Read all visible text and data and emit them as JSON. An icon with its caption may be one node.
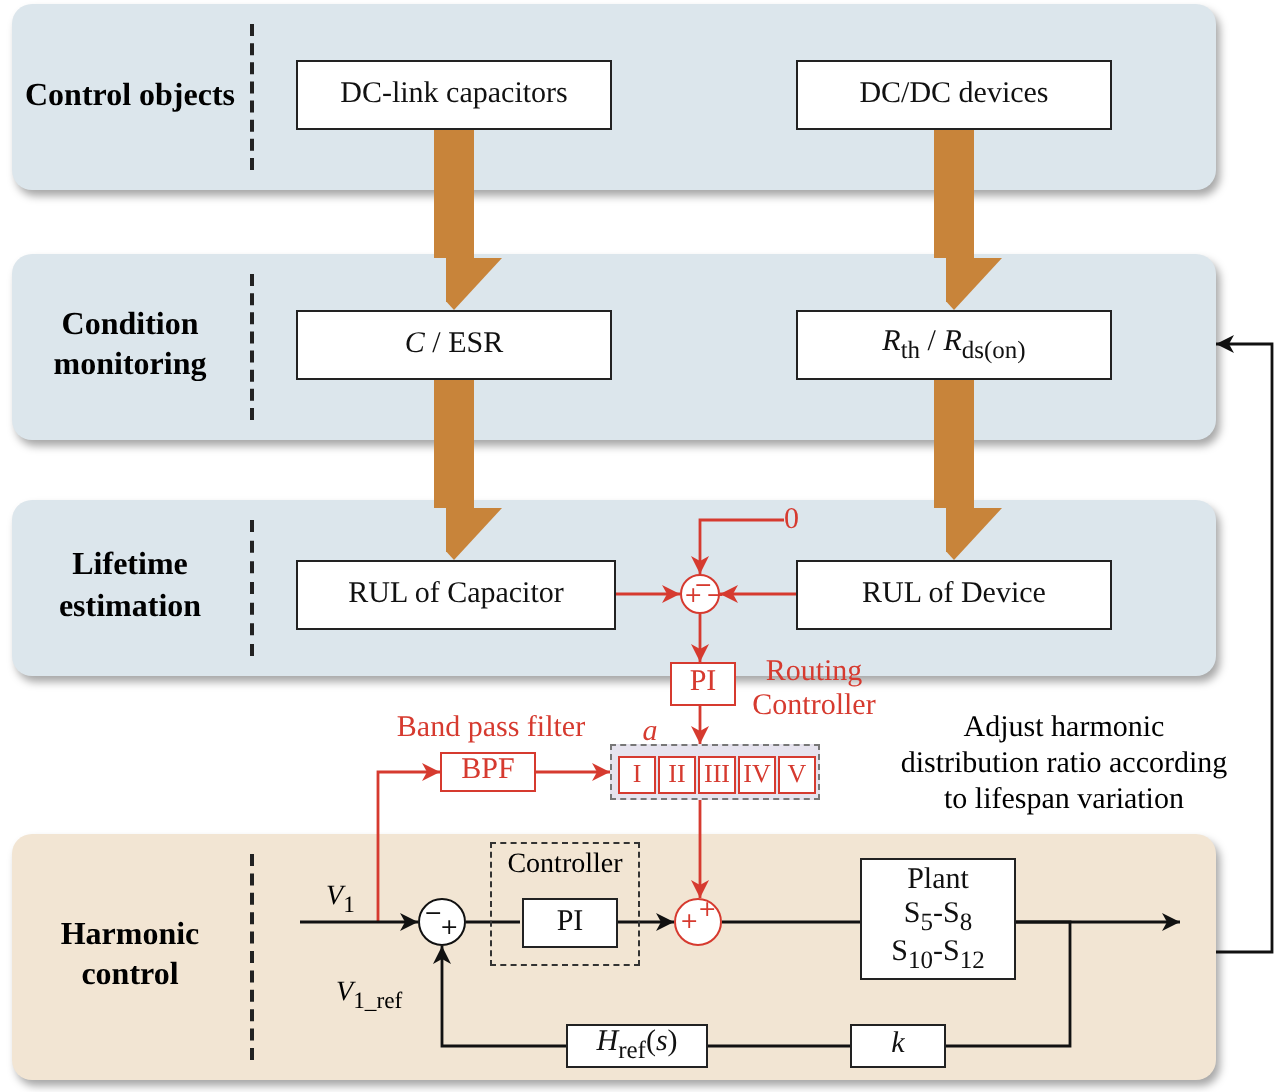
{
  "diagram": {
    "nodes": [
      {
        "text": [
          "Control objects"
        ]
      },
      {
        "text": [
          "DC-link capacitors"
        ],
        "in": 0
      },
      {
        "text": [
          "DC/DC  devices"
        ],
        "in": 0
      },
      {
        "text": [
          "Condition monitoring"
        ]
      },
      {
        "text": [
          "*C* / ESR"
        ],
        "in": 3
      },
      {
        "text": [
          "*R*$_{th}$ / *R*$_{ds(on)}$"
        ],
        "in": 3
      },
      {
        "text": [
          "Lifetime estimation"
        ]
      },
      {
        "text": [
          "RUL of Capacitor"
        ],
        "in": 6
      },
      {
        "text": [
          "RUL of Device"
        ],
        "in": 6
      },
      {
        "text": [
          "−",
          "+",
          "−"
        ],
        "in": 6
      },
      {
        "text": [
          "0"
        ],
        "in": 6
      },
      {
        "text": [
          "PI"
        ],
        "beside": [
          "Routing Controller"
        ]
      },
      {
        "text": [
          "BPF"
        ],
        "beside": [
          "Band pass filter"
        ]
      },
      {
        "text": [],
        "shape": "box",
        "beside": [
          "a"
        ]
      },
      {
        "text": [
          "I"
        ],
        "in": 13
      },
      {
        "text": [
          "II"
        ],
        "in": 13
      },
      {
        "text": [
          "III"
        ],
        "in": 13
      },
      {
        "text": [
          "IV"
        ],
        "in": 13
      },
      {
        "text": [
          "V"
        ],
        "in": 13
      },
      {
        "text": [
          "Harmonic control"
        ]
      },
      {
        "text": [
          "−",
          "+"
        ],
        "in": 19
      },
      {
        "text": [
          "Controller"
        ],
        "in": 19
      },
      {
        "text": [
          "PI"
        ],
        "in": 21
      },
      {
        "text": [
          "+",
          "+"
        ],
        "in": 19
      },
      {
        "text": [
          "Plant",
          "S$_{5}$-S$_{8}$",
          "S$_{10}$-S$_{12}$"
        ],
        "in": 19
      },
      {
        "text": [
          "*H*$_{ref}$(*s*)"
        ],
        "in": 19
      },
      {
        "text": [
          "k"
        ],
        "in": 19
      }
    ],
    "edges": [
      {
        "from": 1,
        "to": 4,
        "arrow": "to",
        "style": "thick",
        "color": "#c8843a"
      },
      {
        "from": 2,
        "to": 5,
        "arrow": "to",
        "style": "thick",
        "color": "#c8843a"
      },
      {
        "from": 4,
        "to": 7,
        "arrow": "to",
        "style": "thick",
        "color": "#c8843a"
      },
      {
        "from": 5,
        "to": 8,
        "arrow": "to",
        "style": "thick",
        "color": "#c8843a"
      },
      {
        "from": 7,
        "to": 9,
        "arrow": "to",
        "color": "#d63a2f"
      },
      {
        "from": 8,
        "to": 9,
        "arrow": "to",
        "color": "#d63a2f"
      },
      {
        "from": 10,
        "to": 9,
        "arrow": "to",
        "color": "#d63a2f"
      },
      {
        "from": 9,
        "to": 11,
        "arrow": "to",
        "color": "#d63a2f"
      },
      {
        "from": 11,
        "to": 13,
        "arrow": "to",
        "color": "#d63a2f"
      },
      {
        "from": 12,
        "to": 13,
        "arrow": "to",
        "color": "#d63a2f"
      },
      {
        "from": 13,
        "to": 23,
        "arrow": "to",
        "color": "#d63a2f"
      },
      {
        "from": null,
        "to": 12,
        "arrow": "to",
        "color": "#d63a2f"
      },
      {
        "from": null,
        "to": 20,
        "arrow": "to",
        "label": "*V*$_{1}$"
      },
      {
        "from": 20,
        "to": 22,
        "arrow": "none"
      },
      {
        "from": 22,
        "to": 23,
        "arrow": "to"
      },
      {
        "from": 23,
        "to": 24,
        "arrow": "none"
      },
      {
        "from": 24,
        "to": null,
        "arrow": "to"
      },
      {
        "from": 24,
        "to": 26,
        "arrow": "none"
      },
      {
        "from": 26,
        "to": 25,
        "arrow": "none"
      },
      {
        "from": 25,
        "to": 20,
        "arrow": "to",
        "label": "*V*$_{1_ref}$"
      },
      {
        "from": 19,
        "to": 3,
        "arrow": "to"
      }
    ],
    "labels": [
      "Adjust harmonic distribution ratio according to lifespan variation"
    ]
  }
}
